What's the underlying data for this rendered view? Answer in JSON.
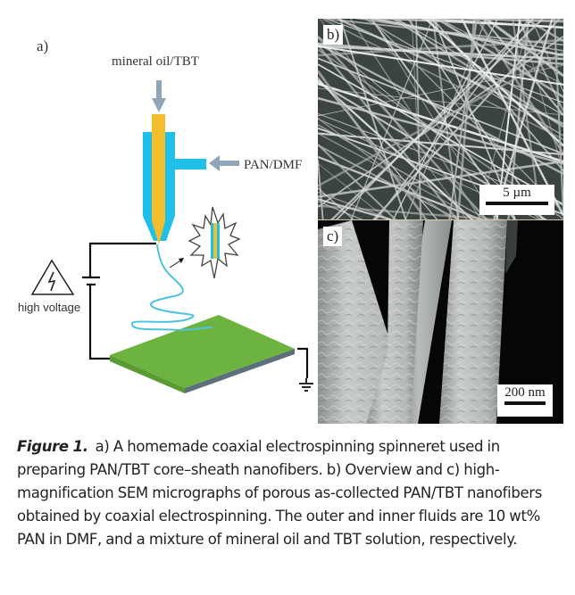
{
  "figure": {
    "panel_a": {
      "label": "a)",
      "core_fluid_label": "mineral oil/TBT",
      "sheath_fluid_label": "PAN/DMF",
      "voltage_label": "high voltage",
      "icons": [
        "high-voltage-warning-icon",
        "ground-icon",
        "battery-icon"
      ],
      "colors": {
        "sheath": "#1ebfe8",
        "core": "#f2be2e",
        "collector_top": "#6db33f",
        "collector_edge": "#5d6f78",
        "jet": "#4ec3df",
        "arrow": "#8fa6b8"
      }
    },
    "panel_b": {
      "label": "b)",
      "scale_bar": "5 µm"
    },
    "panel_c": {
      "label": "c)",
      "scale_bar": "200 nm"
    }
  },
  "caption": {
    "figure_label": "Figure 1.",
    "text": "a) A homemade coaxial electrospinning spinneret used in preparing PAN/TBT core–sheath nanofibers. b) Overview and c) high-magnification SEM micrographs of porous as-collected PAN/TBT nanofibers obtained by coaxial electrospinning. The outer and inner fluids are 10 wt% PAN in DMF, and a mixture of mineral oil and TBT solution, respectively."
  }
}
